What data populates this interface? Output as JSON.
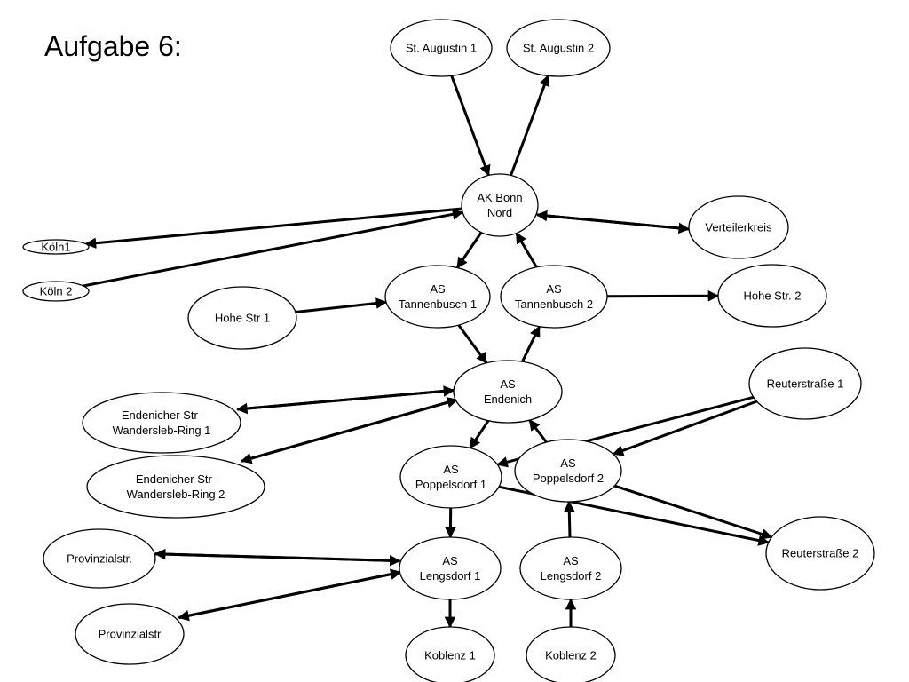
{
  "title": "Aufgabe 6:",
  "colors": {
    "line": "#000000",
    "node_fill": "#ffffff"
  },
  "nodes": [
    {
      "id": "st_augustin_1",
      "lines": [
        "St. Augustin 1"
      ]
    },
    {
      "id": "st_augustin_2",
      "lines": [
        "St. Augustin 2"
      ]
    },
    {
      "id": "ak_bonn_nord",
      "lines": [
        "AK Bonn",
        "Nord"
      ]
    },
    {
      "id": "verteilerkreis",
      "lines": [
        "Verteilerkreis"
      ]
    },
    {
      "id": "koeln1",
      "lines": [
        "Köln1"
      ]
    },
    {
      "id": "koeln2",
      "lines": [
        "Köln 2"
      ]
    },
    {
      "id": "as_tannenbusch_1",
      "lines": [
        "AS",
        "Tannenbusch 1"
      ]
    },
    {
      "id": "as_tannenbusch_2",
      "lines": [
        "AS",
        "Tannenbusch 2"
      ]
    },
    {
      "id": "hohe_str_1",
      "lines": [
        "Hohe Str 1"
      ]
    },
    {
      "id": "hohe_str_2",
      "lines": [
        "Hohe Str. 2"
      ]
    },
    {
      "id": "as_endenich",
      "lines": [
        "AS",
        "Endenich"
      ]
    },
    {
      "id": "reuterstrasse_1",
      "lines": [
        "Reuterstraße 1"
      ]
    },
    {
      "id": "endenicher_1",
      "lines": [
        "Endenicher Str-",
        "Wandersleb-Ring 1"
      ]
    },
    {
      "id": "endenicher_2",
      "lines": [
        "Endenicher Str-",
        "Wandersleb-Ring 2"
      ]
    },
    {
      "id": "as_poppelsdorf_1",
      "lines": [
        "AS",
        "Poppelsdorf 1"
      ]
    },
    {
      "id": "as_poppelsdorf_2",
      "lines": [
        "AS",
        "Poppelsdorf 2"
      ]
    },
    {
      "id": "reuterstrasse_2",
      "lines": [
        "Reuterstraße 2"
      ]
    },
    {
      "id": "provinzialstr_dot",
      "lines": [
        "Provinzialstr."
      ]
    },
    {
      "id": "as_lengsdorf_1",
      "lines": [
        "AS",
        "Lengsdorf 1"
      ]
    },
    {
      "id": "as_lengsdorf_2",
      "lines": [
        "AS",
        "Lengsdorf 2"
      ]
    },
    {
      "id": "provinzialstr",
      "lines": [
        "Provinzialstr"
      ]
    },
    {
      "id": "koblenz_1",
      "lines": [
        "Koblenz 1"
      ]
    },
    {
      "id": "koblenz_2",
      "lines": [
        "Koblenz 2"
      ]
    }
  ],
  "edges": [
    {
      "from": "st_augustin_1",
      "to": "ak_bonn_nord"
    },
    {
      "from": "ak_bonn_nord",
      "to": "st_augustin_2"
    },
    {
      "from": "verteilerkreis",
      "to": "ak_bonn_nord"
    },
    {
      "from": "ak_bonn_nord",
      "to": "verteilerkreis"
    },
    {
      "from": "ak_bonn_nord",
      "to": "koeln1"
    },
    {
      "from": "koeln2",
      "to": "ak_bonn_nord"
    },
    {
      "from": "ak_bonn_nord",
      "to": "as_tannenbusch_1"
    },
    {
      "from": "as_tannenbusch_2",
      "to": "ak_bonn_nord"
    },
    {
      "from": "hohe_str_1",
      "to": "as_tannenbusch_1"
    },
    {
      "from": "as_tannenbusch_2",
      "to": "hohe_str_2"
    },
    {
      "from": "as_tannenbusch_1",
      "to": "as_endenich"
    },
    {
      "from": "as_endenich",
      "to": "as_tannenbusch_2"
    },
    {
      "from": "endenicher_1",
      "to": "as_endenich"
    },
    {
      "from": "as_endenich",
      "to": "endenicher_1"
    },
    {
      "from": "as_endenich",
      "to": "endenicher_2"
    },
    {
      "from": "endenicher_2",
      "to": "as_endenich"
    },
    {
      "from": "as_endenich",
      "to": "as_poppelsdorf_1"
    },
    {
      "from": "as_poppelsdorf_2",
      "to": "as_endenich"
    },
    {
      "from": "reuterstrasse_1",
      "to": "as_poppelsdorf_1"
    },
    {
      "from": "reuterstrasse_1",
      "to": "as_poppelsdorf_2"
    },
    {
      "from": "as_poppelsdorf_1",
      "to": "reuterstrasse_2"
    },
    {
      "from": "as_poppelsdorf_2",
      "to": "reuterstrasse_2"
    },
    {
      "from": "as_poppelsdorf_1",
      "to": "as_lengsdorf_1"
    },
    {
      "from": "as_lengsdorf_2",
      "to": "as_poppelsdorf_2"
    },
    {
      "from": "as_lengsdorf_1",
      "to": "provinzialstr_dot"
    },
    {
      "from": "provinzialstr_dot",
      "to": "as_lengsdorf_1"
    },
    {
      "from": "as_lengsdorf_1",
      "to": "provinzialstr"
    },
    {
      "from": "provinzialstr",
      "to": "as_lengsdorf_1"
    },
    {
      "from": "as_lengsdorf_1",
      "to": "koblenz_1"
    },
    {
      "from": "koblenz_2",
      "to": "as_lengsdorf_2"
    }
  ]
}
